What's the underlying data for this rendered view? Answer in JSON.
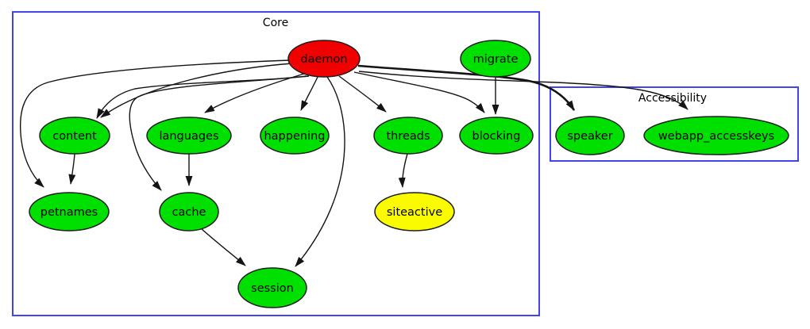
{
  "diagram_type": "dependency-graph",
  "clusters": {
    "core": {
      "label": "Core",
      "border_color": "#4343ee"
    },
    "accessibility": {
      "label": "Accessibility",
      "border_color": "#4343ee"
    }
  },
  "colors": {
    "node_green": "#00e000",
    "node_red": "#f10000",
    "node_yellow": "#fbfb00",
    "cluster_border": "#4343ee",
    "edge": "#141414"
  },
  "nodes": {
    "daemon": {
      "label": "daemon",
      "fill": "#f10000",
      "cluster": "core"
    },
    "migrate": {
      "label": "migrate",
      "fill": "#00e000",
      "cluster": "core"
    },
    "content": {
      "label": "content",
      "fill": "#00e000",
      "cluster": "core"
    },
    "languages": {
      "label": "languages",
      "fill": "#00e000",
      "cluster": "core"
    },
    "happening": {
      "label": "happening",
      "fill": "#00e000",
      "cluster": "core"
    },
    "threads": {
      "label": "threads",
      "fill": "#00e000",
      "cluster": "core"
    },
    "blocking": {
      "label": "blocking",
      "fill": "#00e000",
      "cluster": "core"
    },
    "petnames": {
      "label": "petnames",
      "fill": "#00e000",
      "cluster": "core"
    },
    "cache": {
      "label": "cache",
      "fill": "#00e000",
      "cluster": "core"
    },
    "siteactive": {
      "label": "siteactive",
      "fill": "#fbfb00",
      "cluster": "core"
    },
    "session": {
      "label": "session",
      "fill": "#00e000",
      "cluster": "core"
    },
    "speaker": {
      "label": "speaker",
      "fill": "#00e000",
      "cluster": "accessibility"
    },
    "webapp_accesskeys": {
      "label": "webapp_accesskeys",
      "fill": "#00e000",
      "cluster": "accessibility"
    }
  },
  "edges": [
    {
      "from": "daemon",
      "to": "content"
    },
    {
      "from": "daemon",
      "to": "content"
    },
    {
      "from": "daemon",
      "to": "languages"
    },
    {
      "from": "daemon",
      "to": "happening"
    },
    {
      "from": "daemon",
      "to": "threads"
    },
    {
      "from": "daemon",
      "to": "blocking"
    },
    {
      "from": "daemon",
      "to": "petnames"
    },
    {
      "from": "daemon",
      "to": "cache"
    },
    {
      "from": "daemon",
      "to": "session"
    },
    {
      "from": "daemon",
      "to": "speaker"
    },
    {
      "from": "daemon",
      "to": "webapp_accesskeys"
    },
    {
      "from": "migrate",
      "to": "blocking"
    },
    {
      "from": "content",
      "to": "petnames"
    },
    {
      "from": "languages",
      "to": "cache"
    },
    {
      "from": "cache",
      "to": "session"
    },
    {
      "from": "threads",
      "to": "siteactive"
    }
  ]
}
